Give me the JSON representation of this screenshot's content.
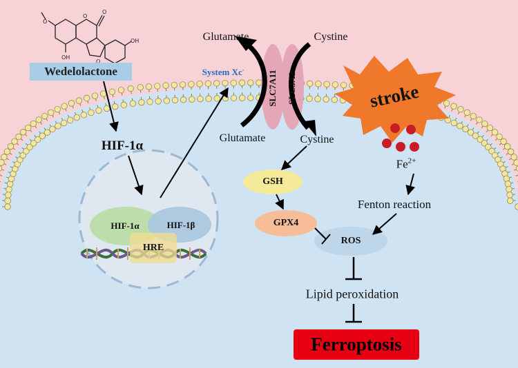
{
  "title": "",
  "compound": {
    "name": "Wedelolactone",
    "atoms": {
      "oh1": "OH",
      "oh2": "OH",
      "oh3": "OH",
      "o_ring": "O",
      "o_ring2": "O",
      "o_carbonyl": "O",
      "o_methoxy": "O"
    }
  },
  "labels": {
    "hif1a": "HIF-1α",
    "hif1a_complex": "HIF-1α",
    "hif1b_complex": "HIF-1β",
    "hre": "HRE",
    "system_xc": "System Xc",
    "system_xc_sup": "-",
    "glutamate_out": "Glutamate",
    "cystine_out": "Cystine",
    "glutamate_in": "Glutamate",
    "cystine_in": "Cystine",
    "slc7a11": "SLC7A11",
    "slc3a2": "SLC3A2",
    "stroke": "stroke",
    "fe": "Fe",
    "fe_sup": "2+",
    "gsh": "GSH",
    "gpx4": "GPX4",
    "ros": "ROS",
    "fenton": "Fenton reaction",
    "lipid": "Lipid peroxidation",
    "ferroptosis": "Ferroptosis"
  },
  "colors": {
    "extracellular": "#f7d2d6",
    "cytoplasm": "#cfe3f2",
    "lipid_head": "#f2e6a3",
    "wedelolactone_box": "#a9cde8",
    "system_xc_text": "#2a6bc4",
    "transporter": "#e3a7b7",
    "stroke_burst": "#f0782b",
    "iron": "#c81d25",
    "gsh": "#f5ea99",
    "gpx4": "#f6bd98",
    "ros": "#bdd6ea",
    "ferroptosis_box": "#e60012",
    "hif1a_blob": "#b9dca2",
    "hif1b_blob": "#a9c6df",
    "hre_box": "#f1dc8e",
    "nucleus": "#dfe8f0"
  }
}
